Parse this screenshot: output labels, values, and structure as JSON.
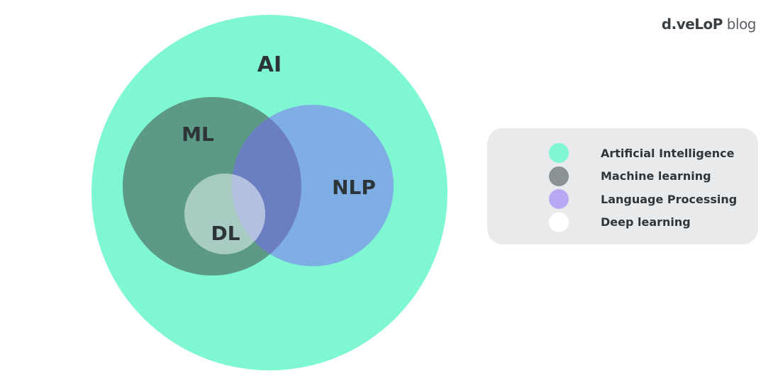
{
  "brand": {
    "name_part1": "d.veLoP",
    "name_part2": " blog"
  },
  "diagram": {
    "sets": [
      {
        "id": "ai",
        "label": "AI",
        "color": "#7ff7d2"
      },
      {
        "id": "ml",
        "label": "ML",
        "color": "#5c9a86"
      },
      {
        "id": "nlp",
        "label": "NLP",
        "color": "#7faee5"
      },
      {
        "id": "dl",
        "label": "DL",
        "color": "#a8cbc2"
      }
    ],
    "overlap_colors": {
      "ml_nlp": "#6b7ec1",
      "dl_nlp": "#b3c0e0"
    }
  },
  "legend": {
    "items": [
      {
        "label": "Artificial Intelligence",
        "color": "#7ff7d2"
      },
      {
        "label": "Machine learning",
        "color": "#8b9295"
      },
      {
        "label": "Language Processing",
        "color": "#b9a9f4"
      },
      {
        "label": "Deep learning",
        "color": "#ffffff"
      }
    ]
  }
}
